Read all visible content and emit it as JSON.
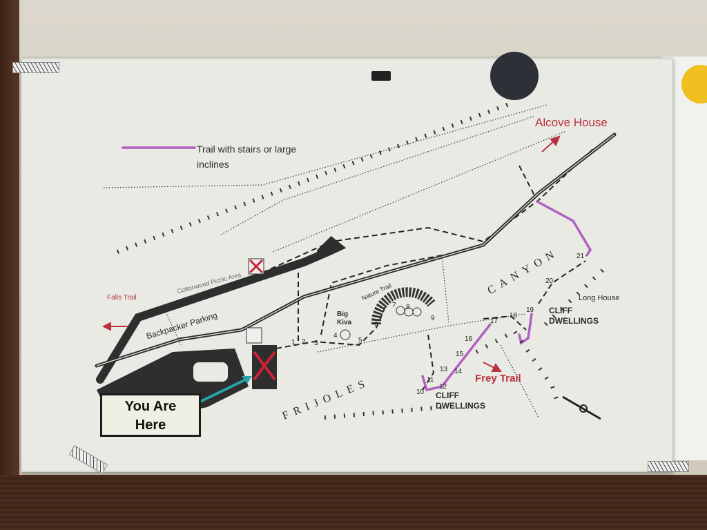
{
  "legend": {
    "line1": "Trail with stairs or large",
    "line2": "inclines",
    "color": "#b060c0"
  },
  "labels": {
    "alcove_house": "Alcove House",
    "falls_trail": "Falls Trail",
    "cottonwood": "Cottonwood Picnic Area",
    "backpacker": "Backpacker Parking",
    "nature_trail": "Nature Trail",
    "big_kiva_1": "Big",
    "big_kiva_2": "Kiva",
    "canyon": "CANYON",
    "frijoles": "FRIJOLES",
    "long_house": "Long House",
    "cliff_1a": "CLIFF",
    "cliff_1b": "DWELLINGS",
    "cliff_2a": "CLIFF",
    "cliff_2b": "DWELLINGS",
    "frey_trail": "Frey Trail"
  },
  "you_are_here": {
    "line1": "You Are",
    "line2": "Here"
  },
  "stops": [
    "1",
    "2",
    "3",
    "4",
    "5",
    "6",
    "7",
    "8",
    "9",
    "10",
    "11",
    "12",
    "13",
    "14",
    "15",
    "16",
    "17",
    "18",
    "19",
    "20",
    "21"
  ],
  "colors": {
    "accent_red": "#b8323f",
    "stairs_purple": "#b060c0",
    "road": "#333333"
  }
}
